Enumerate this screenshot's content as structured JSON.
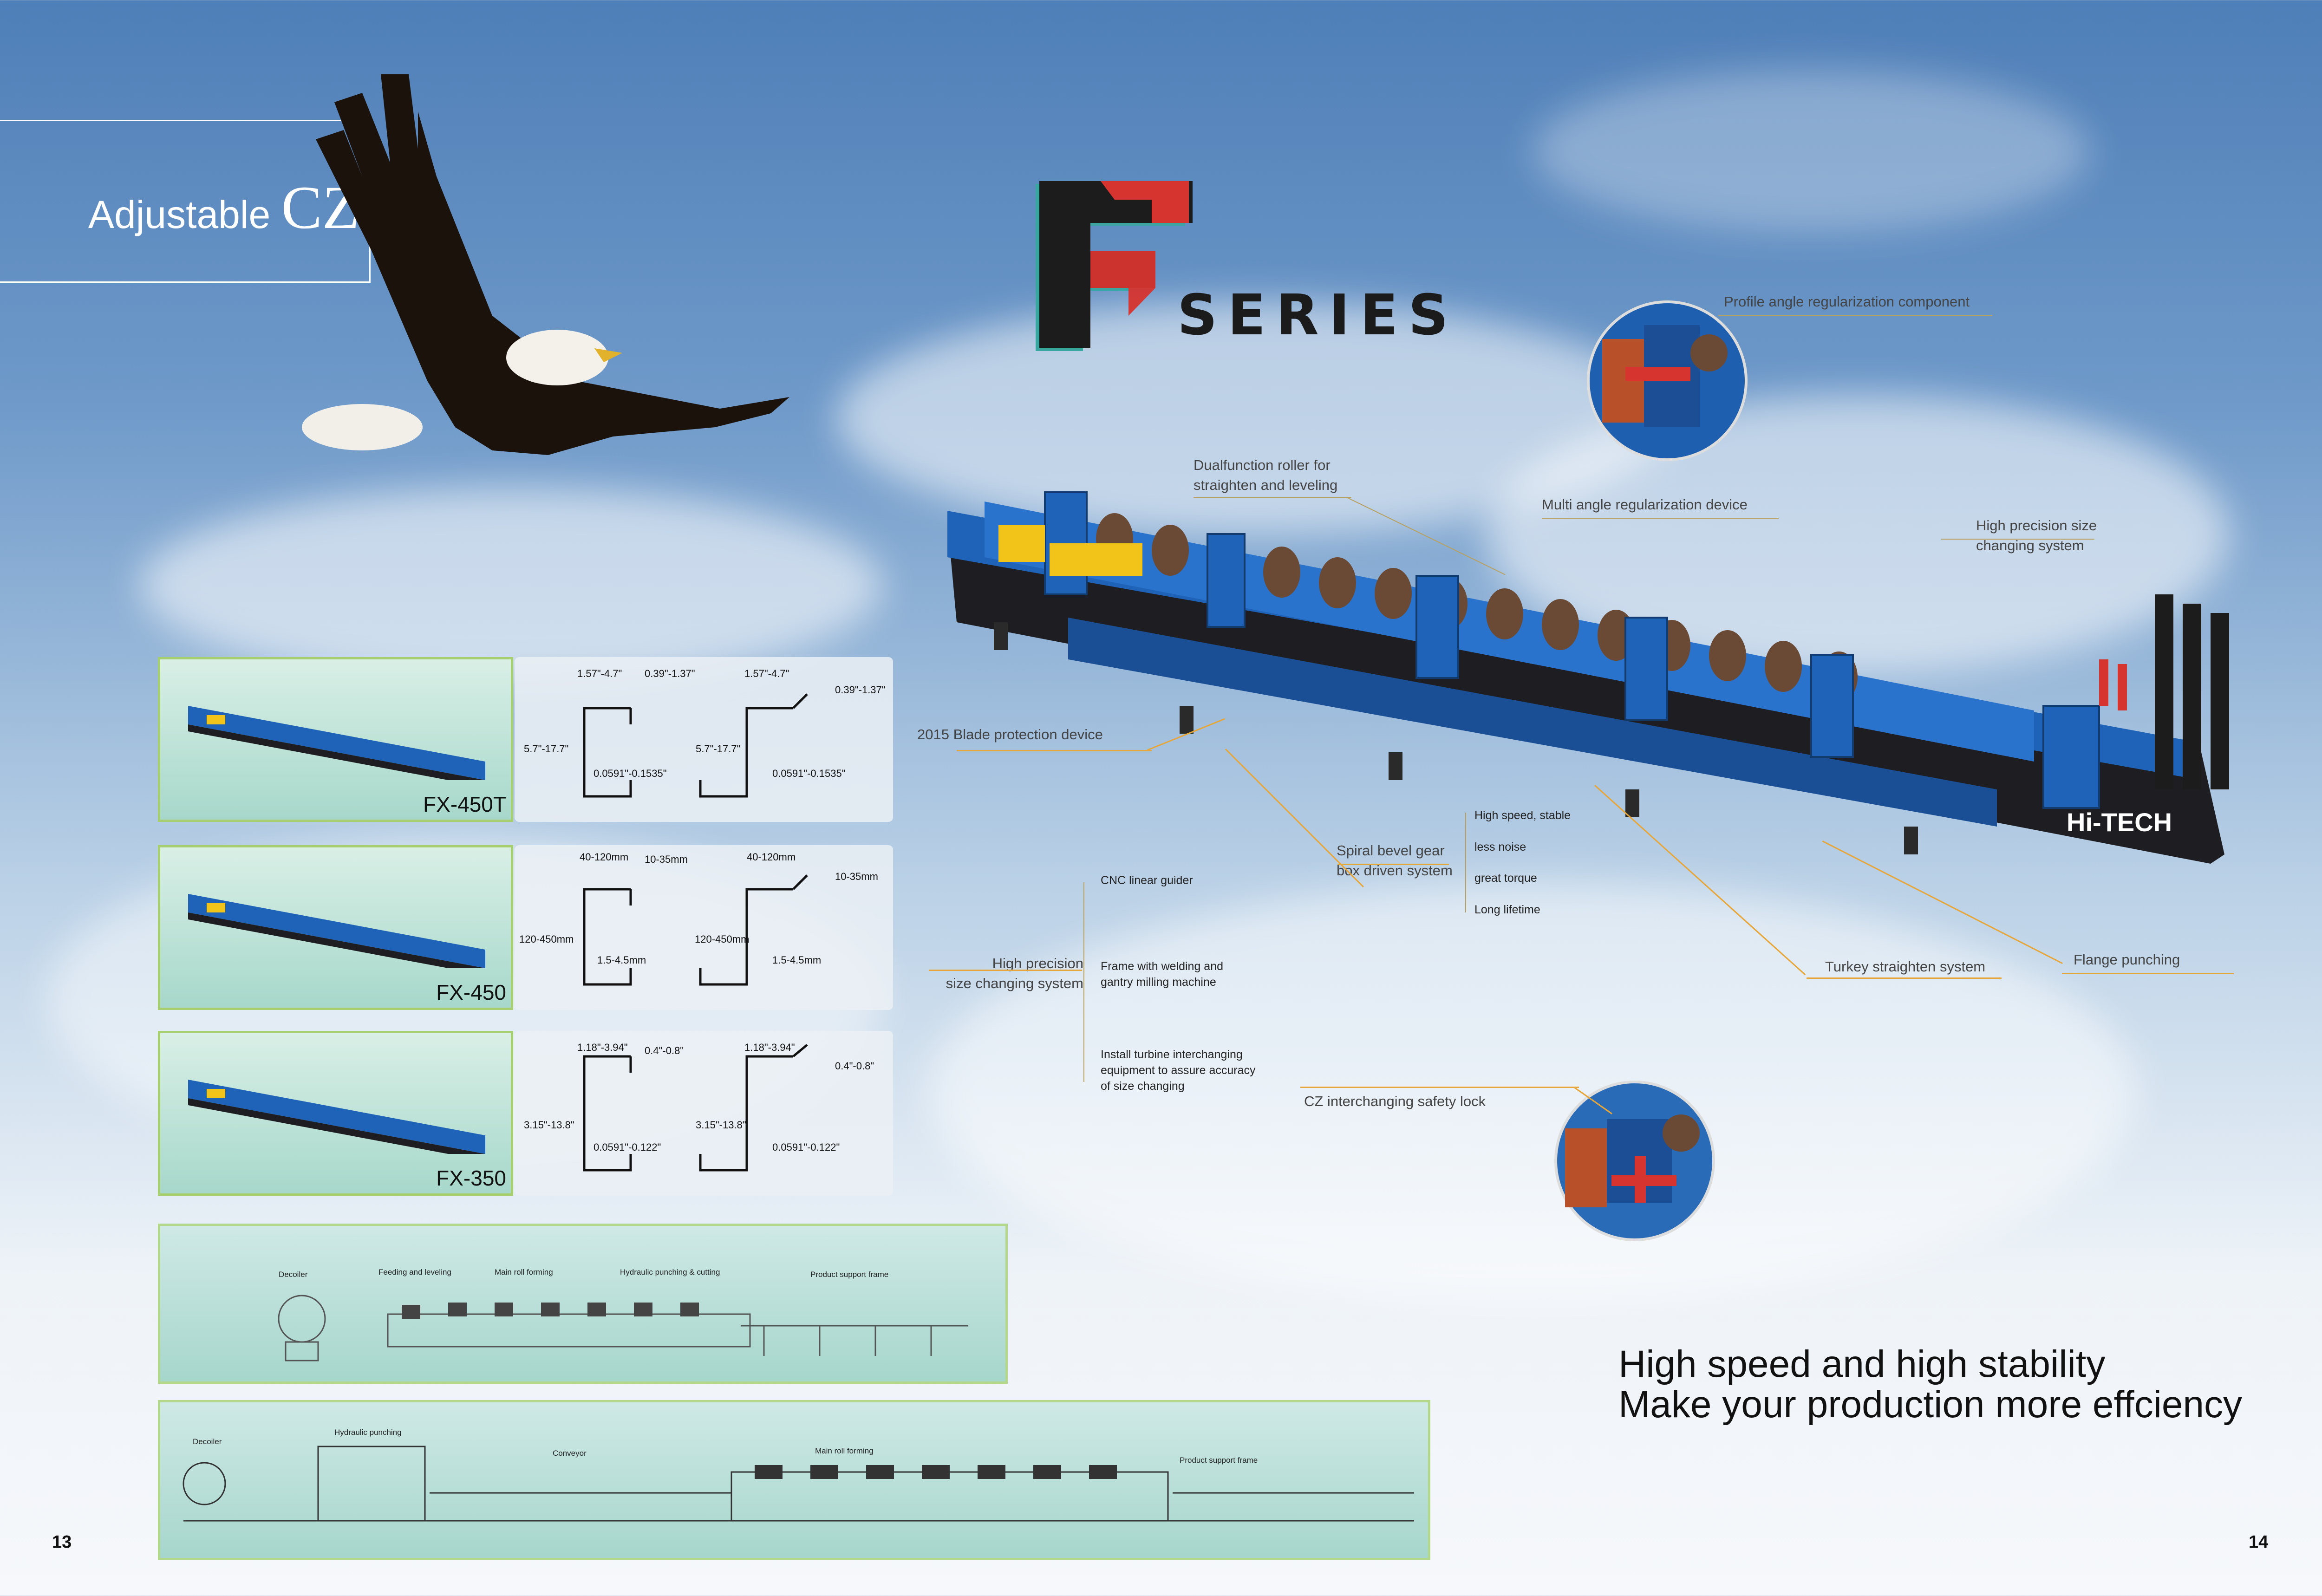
{
  "header": {
    "title_prefix": "Adjustable",
    "title_big": "CZ"
  },
  "logo": {
    "letter": "F",
    "series": "SERIES"
  },
  "callouts": {
    "profile_angle": "Profile angle regularization component",
    "dualfunction_1": "Dualfunction roller for",
    "dualfunction_2": "straighten and leveling",
    "multi_angle": "Multi angle regularization device",
    "high_precision_1": "High precision size",
    "high_precision_2": "changing system",
    "blade": "2015 Blade protection device",
    "spiral_1": "Spiral bevel gear",
    "spiral_2": "box driven system",
    "turkey": "Turkey straighten system",
    "flange": "Flange punching",
    "cz_lock": "CZ interchanging safety lock",
    "hp_left_1": "High precision",
    "hp_left_2": "size changing system"
  },
  "spiral_features": [
    "High speed, stable",
    "less noise",
    "great torque",
    "Long lifetime"
  ],
  "hp_features": {
    "cnc": "CNC linear guider",
    "frame_1": "Frame with welding and",
    "frame_2": "gantry milling machine",
    "turbine_1": "Install turbine interchanging",
    "turbine_2": "equipment to assure accuracy",
    "turbine_3": "of size changing"
  },
  "brand": "Hi-TECH",
  "models": [
    {
      "name": "FX-450T",
      "c_top": "1.57\"-4.7\"",
      "c_lip": "0.39\"-1.37\"",
      "c_height": "5.7\"-17.7\"",
      "c_thick": "0.0591\"-0.1535\"",
      "z_top": "1.57\"-4.7\"",
      "z_lip": "0.39\"-1.37\"",
      "z_height": "5.7\"-17.7\"",
      "z_thick": "0.0591\"-0.1535\""
    },
    {
      "name": "FX-450",
      "c_top": "40-120mm",
      "c_lip": "10-35mm",
      "c_height": "120-450mm",
      "c_thick": "1.5-4.5mm",
      "z_top": "40-120mm",
      "z_lip": "10-35mm",
      "z_height": "120-450mm",
      "z_thick": "1.5-4.5mm"
    },
    {
      "name": "FX-350",
      "c_top": "1.18\"-3.94\"",
      "c_lip": "0.4\"-0.8\"",
      "c_height": "3.15\"-13.8\"",
      "c_thick": "0.0591\"-0.122\"",
      "z_top": "1.18\"-3.94\"",
      "z_lip": "0.4\"-0.8\"",
      "z_height": "3.15\"-13.8\"",
      "z_thick": "0.0591\"-0.122\""
    }
  ],
  "layout1": {
    "decoiler": "Decoiler",
    "feeding": "Feeding and leveling",
    "main": "Main roll forming",
    "punch": "Hydraulic punching & cutting",
    "support": "Product support frame"
  },
  "layout2": {
    "decoiler": "Decoiler",
    "punch": "Hydraulic punching",
    "conveyor": "Conveyor",
    "main": "Main roll forming",
    "support": "Product support frame"
  },
  "slogan": {
    "line1": "High speed and high stability",
    "line2": "Make your production more effciency"
  },
  "pages": {
    "left": "13",
    "right": "14"
  },
  "colors": {
    "machine_blue": "#1f63b8",
    "accent_orange": "#e7a63a",
    "logo_red": "#d6342f",
    "logo_teal": "#3aa6a0"
  }
}
